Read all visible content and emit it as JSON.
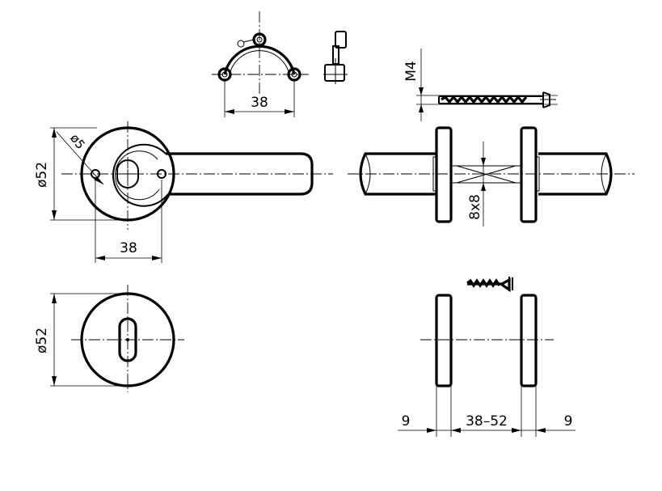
{
  "labels": {
    "rose_hole_spacing": "38",
    "screw_size": "M4",
    "rose_diameter": "ø52",
    "hole_diameter": "ø5",
    "lever_hole_spacing": "38",
    "spindle": "8x8",
    "escutcheon_diameter": "ø52",
    "rose_thickness_left": "9",
    "door_thickness": "38–52",
    "rose_thickness_right": "9"
  }
}
